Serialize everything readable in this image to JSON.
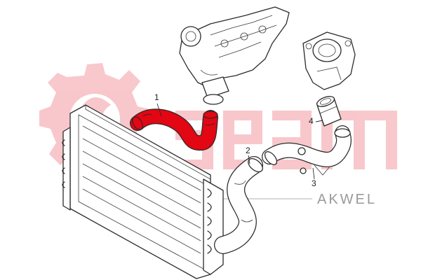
{
  "diagram": {
    "callouts": [
      {
        "id": "1",
        "label": "1"
      },
      {
        "id": "2",
        "label": "2"
      },
      {
        "id": "3",
        "label": "3"
      },
      {
        "id": "4",
        "label": "4"
      }
    ],
    "brand": {
      "logo_lettering": "seam",
      "akwel_text": "AKWEL"
    },
    "highlight_color": "#e30613",
    "watermark_color": "#f7b3b8",
    "line_color": "#2b2b2b",
    "icons": [
      "gear-logo-icon",
      "turbocharger",
      "throttle-body",
      "intercooler"
    ]
  }
}
